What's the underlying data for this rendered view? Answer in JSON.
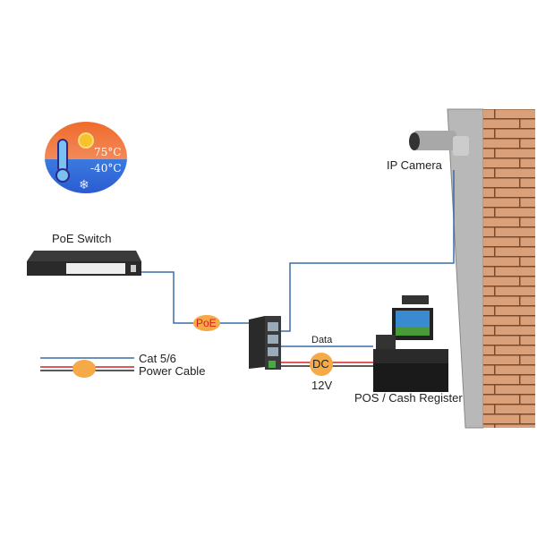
{
  "temperature_badge": {
    "high": "75°C",
    "low": "-40°C"
  },
  "devices": {
    "poe_switch": "PoE Switch",
    "ip_camera": "IP Camera",
    "pos": "POS / Cash Register"
  },
  "cable_labels": {
    "poe": "PoE",
    "data": "Data",
    "dc": "DC",
    "voltage": "12V"
  },
  "legend": {
    "cat": "Cat 5/6",
    "power": "Power Cable"
  },
  "colors": {
    "data_cable": "#3a6ea5",
    "power_red": "#d62020",
    "power_black": "#222222",
    "badge_orange": "#f5a947"
  }
}
